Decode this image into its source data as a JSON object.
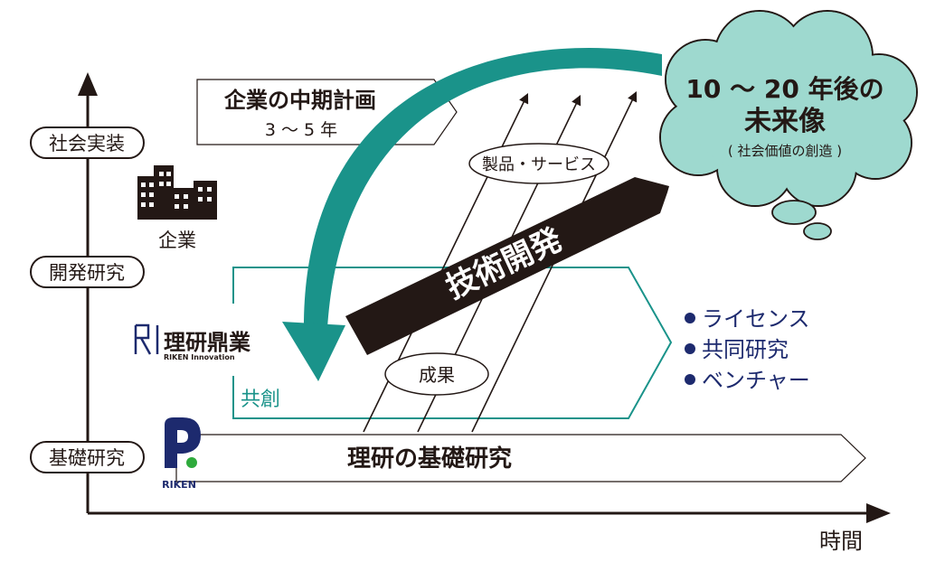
{
  "axes": {
    "y_labels": [
      "社会実装",
      "開発研究",
      "基礎研究"
    ],
    "x_label": "時間"
  },
  "plan": {
    "title": "企業の中期計画",
    "period": "3 〜 5 年"
  },
  "company": {
    "label": "企業"
  },
  "future": {
    "heading": "10 〜 20 年後の",
    "title": "未来像",
    "sub": "( 社会価値の創造 )"
  },
  "products": {
    "label": "製品・サービス"
  },
  "tech": {
    "label": "技術開発"
  },
  "innovation": {
    "logo_name": "理研鼎業",
    "logo_sub": "RIKEN Innovation",
    "cocreation": "共創"
  },
  "outcomes": {
    "label": "成果"
  },
  "bullets": [
    "ライセンス",
    "共同研究",
    "ベンチャー"
  ],
  "basic": {
    "label": "理研の基礎研究"
  },
  "riken": {
    "logo_text": "RIKEN"
  },
  "colors": {
    "teal": "#1a938a",
    "cloud": "#9ed9cf",
    "navy": "#1d2a6e",
    "black": "#231815"
  }
}
